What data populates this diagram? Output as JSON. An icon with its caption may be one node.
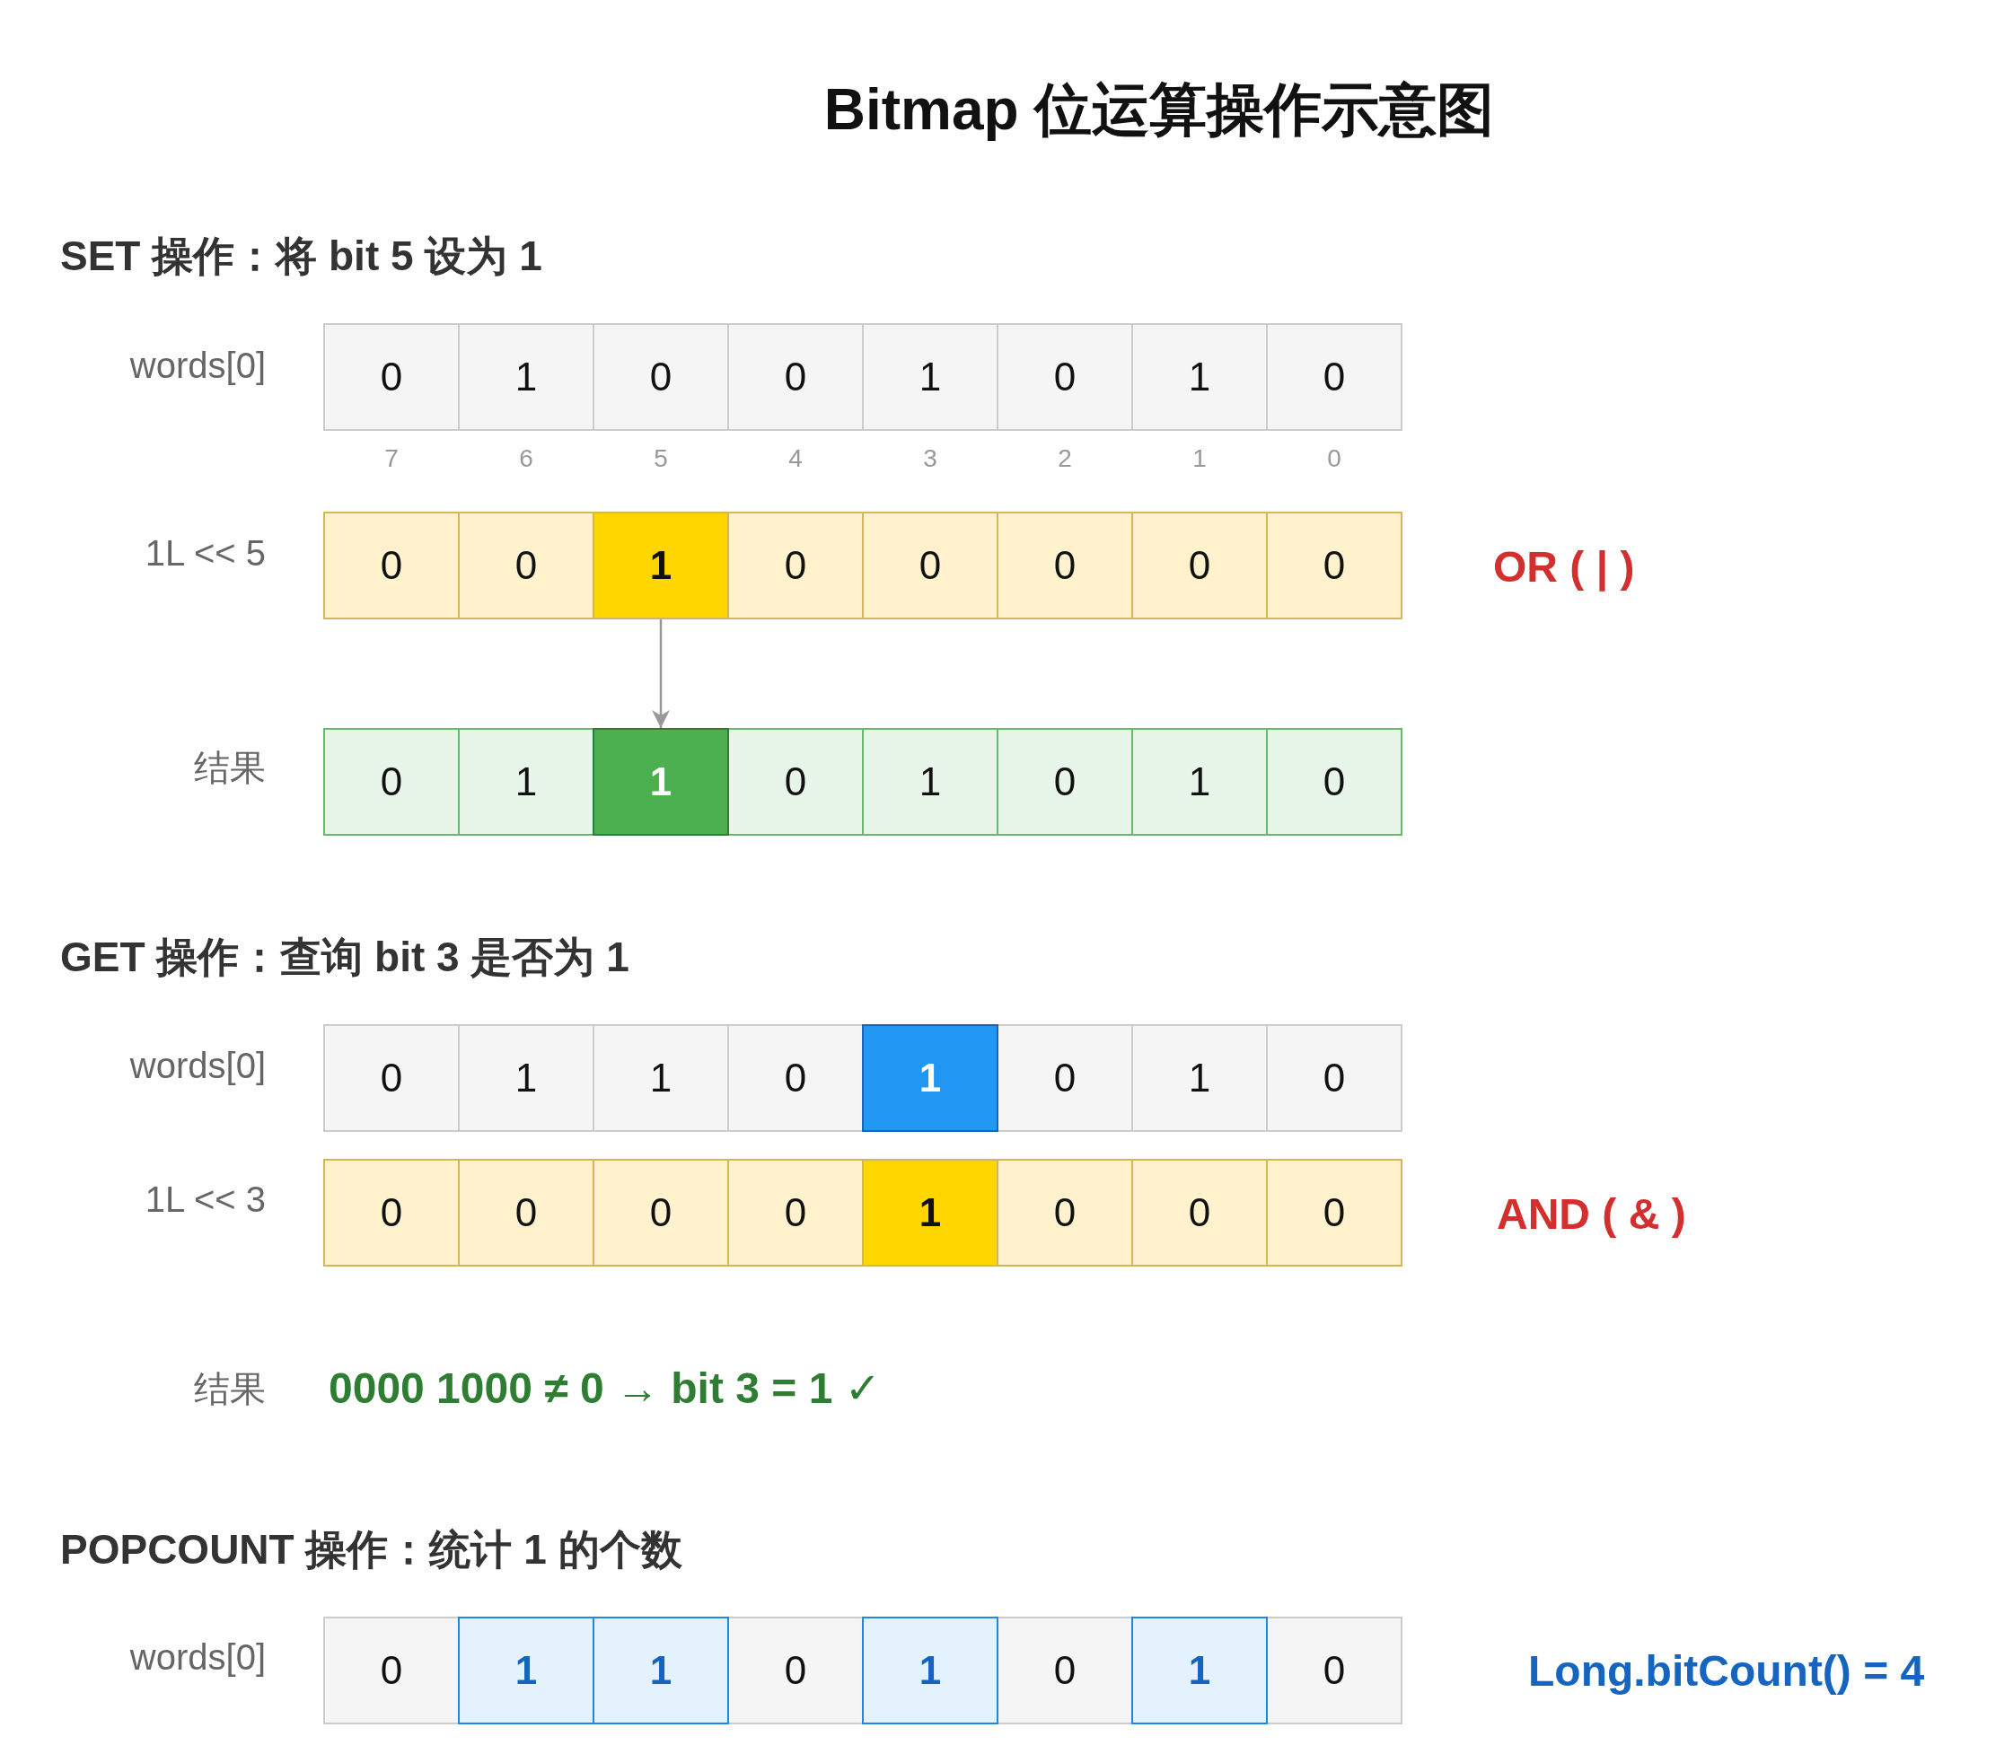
{
  "diagram": {
    "title": "Bitmap 位运算操作示意图",
    "nodes": [
      {
        "text": [
          "0"
        ]
      },
      {
        "text": [
          "1"
        ]
      },
      {
        "text": [
          "0"
        ]
      },
      {
        "text": [
          "0"
        ]
      },
      {
        "text": [
          "1"
        ]
      },
      {
        "text": [
          "0"
        ]
      },
      {
        "text": [
          "1"
        ]
      },
      {
        "text": [
          "0"
        ]
      },
      {
        "text": [
          "0"
        ]
      },
      {
        "text": [
          "0"
        ]
      },
      {
        "text": [
          "1"
        ]
      },
      {
        "text": [
          "0"
        ]
      },
      {
        "text": [
          "0"
        ]
      },
      {
        "text": [
          "0"
        ]
      },
      {
        "text": [
          "0"
        ]
      },
      {
        "text": [
          "0"
        ]
      },
      {
        "text": [
          "0"
        ]
      },
      {
        "text": [
          "1"
        ]
      },
      {
        "text": [
          "1"
        ]
      },
      {
        "text": [
          "0"
        ]
      },
      {
        "text": [
          "1"
        ]
      },
      {
        "text": [
          "0"
        ]
      },
      {
        "text": [
          "1"
        ]
      },
      {
        "text": [
          "0"
        ]
      },
      {
        "text": [
          "0"
        ]
      },
      {
        "text": [
          "1"
        ]
      },
      {
        "text": [
          "1"
        ]
      },
      {
        "text": [
          "0"
        ]
      },
      {
        "text": [
          "1"
        ]
      },
      {
        "text": [
          "0"
        ]
      },
      {
        "text": [
          "1"
        ]
      },
      {
        "text": [
          "0"
        ]
      },
      {
        "text": [
          "0"
        ]
      },
      {
        "text": [
          "0"
        ]
      },
      {
        "text": [
          "0"
        ]
      },
      {
        "text": [
          "0"
        ]
      },
      {
        "text": [
          "1"
        ]
      },
      {
        "text": [
          "0"
        ]
      },
      {
        "text": [
          "0"
        ]
      },
      {
        "text": [
          "0"
        ]
      },
      {
        "text": [
          "0"
        ]
      },
      {
        "text": [
          "1"
        ]
      },
      {
        "text": [
          "1"
        ]
      },
      {
        "text": [
          "0"
        ]
      },
      {
        "text": [
          "1"
        ]
      },
      {
        "text": [
          "0"
        ]
      },
      {
        "text": [
          "1"
        ]
      },
      {
        "text": [
          "0"
        ]
      }
    ],
    "edges": [
      {
        "from": 10,
        "to": 18,
        "arrow": "to"
      }
    ],
    "labels": [
      "SET 操作：将 bit 5 设为 1",
      "words[0]",
      "7",
      "6",
      "5",
      "4",
      "3",
      "2",
      "1",
      "0",
      "1L << 5",
      "OR ( | )",
      "结果",
      "GET 操作：查询 bit 3 是否为 1",
      "words[0]",
      "1L << 3",
      "AND ( & )",
      "结果",
      "0000 1000 ≠ 0 → bit 3 = 1 ✓",
      "POPCOUNT 操作：统计 1 的个数",
      "words[0]",
      "Long.bitCount() = 4"
    ]
  }
}
